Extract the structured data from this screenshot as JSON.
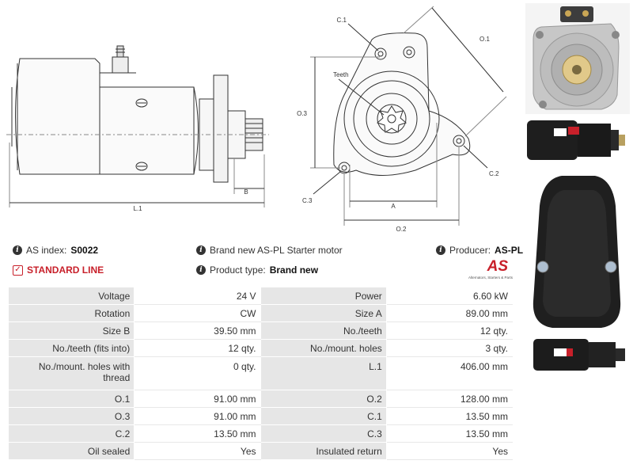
{
  "drawing": {
    "side": {
      "l1": "L.1",
      "b": "B"
    },
    "front": {
      "c1": "C.1",
      "o1": "O.1",
      "o3": "O.3",
      "teeth": "Teeth",
      "c2": "C.2",
      "c3": "C.3",
      "a": "A",
      "o2": "O.2"
    }
  },
  "info": {
    "as_index_label": "AS index:",
    "as_index_value": "S0022",
    "line_label": "STANDARD LINE",
    "description": "Brand new AS-PL Starter motor",
    "product_type_label": "Product type:",
    "product_type_value": "Brand new",
    "producer_label": "Producer:",
    "producer_value": "AS-PL"
  },
  "logo": {
    "mark": "AS",
    "tagline": "Alternators, Starters & Parts"
  },
  "specs": [
    [
      "Voltage",
      "24 V",
      "Power",
      "6.60 kW"
    ],
    [
      "Rotation",
      "CW",
      "Size A",
      "89.00 mm"
    ],
    [
      "Size B",
      "39.50 mm",
      "No./teeth",
      "12 qty."
    ],
    [
      "No./teeth (fits into)",
      "12 qty.",
      "No./mount. holes",
      "3 qty."
    ],
    [
      "No./mount. holes with thread",
      "0 qty.",
      "L.1",
      "406.00 mm"
    ],
    [
      "O.1",
      "91.00 mm",
      "O.2",
      "128.00 mm"
    ],
    [
      "O.3",
      "91.00 mm",
      "C.1",
      "13.50 mm"
    ],
    [
      "C.2",
      "13.50 mm",
      "C.3",
      "13.50 mm"
    ],
    [
      "Oil sealed",
      "Yes",
      "Insulated return",
      "Yes"
    ]
  ]
}
